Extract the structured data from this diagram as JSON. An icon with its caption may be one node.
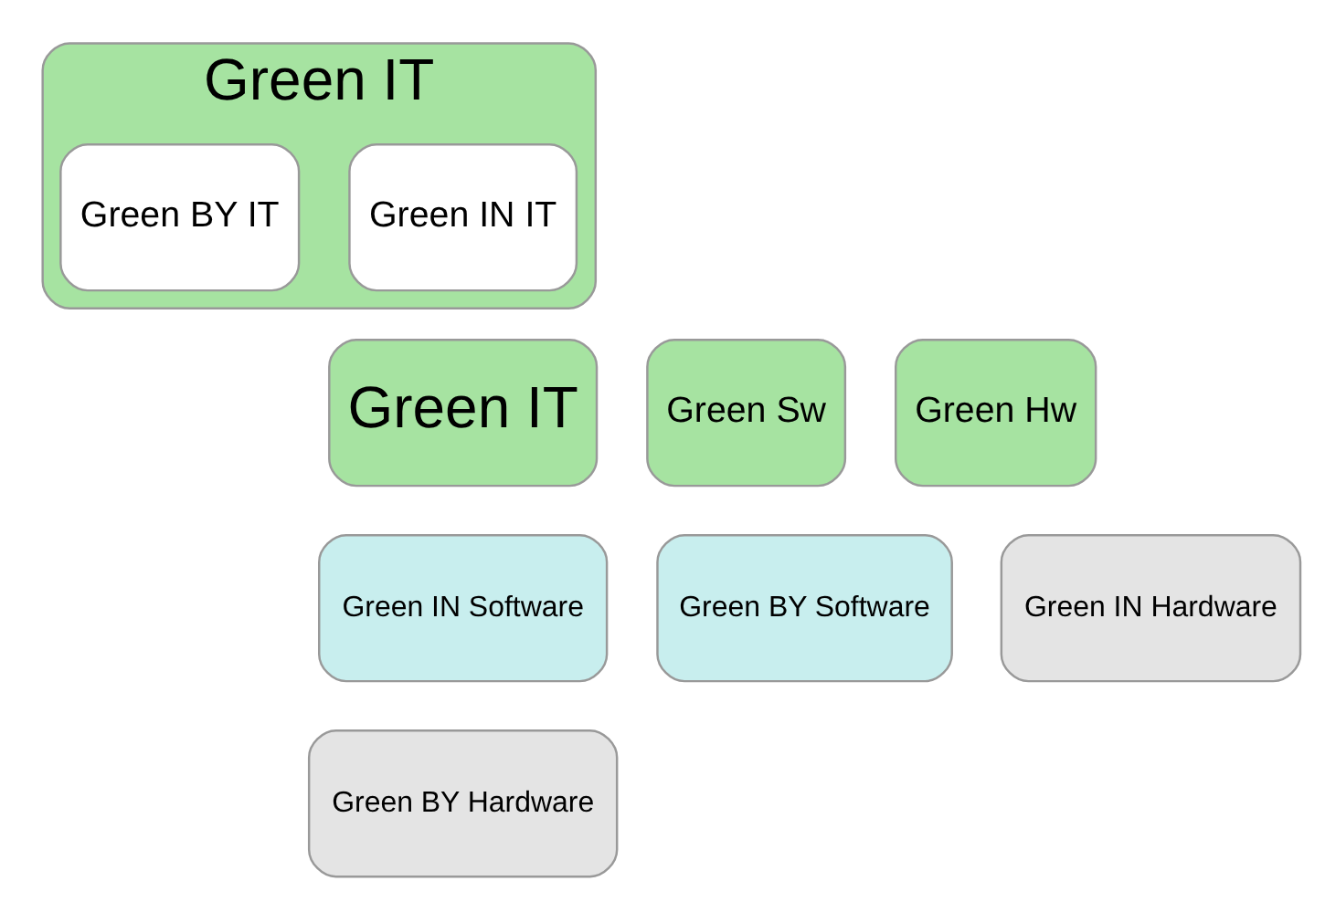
{
  "diagram": {
    "nodes": [
      {
        "text": [
          "Green IT"
        ]
      },
      {
        "text": [
          "Green IN IT"
        ],
        "in": 0
      },
      {
        "text": [
          "Green BY IT"
        ],
        "in": 0
      },
      {
        "text": [
          "Green IT"
        ]
      },
      {
        "text": [
          "Green Sw"
        ]
      },
      {
        "text": [
          "Green Hw"
        ]
      },
      {
        "text": [
          "Green IN Software"
        ]
      },
      {
        "text": [
          "Green BY Software"
        ]
      },
      {
        "text": [
          "Green IN Hardware"
        ]
      },
      {
        "text": [
          "Green BY Hardware"
        ]
      }
    ],
    "edges": []
  }
}
